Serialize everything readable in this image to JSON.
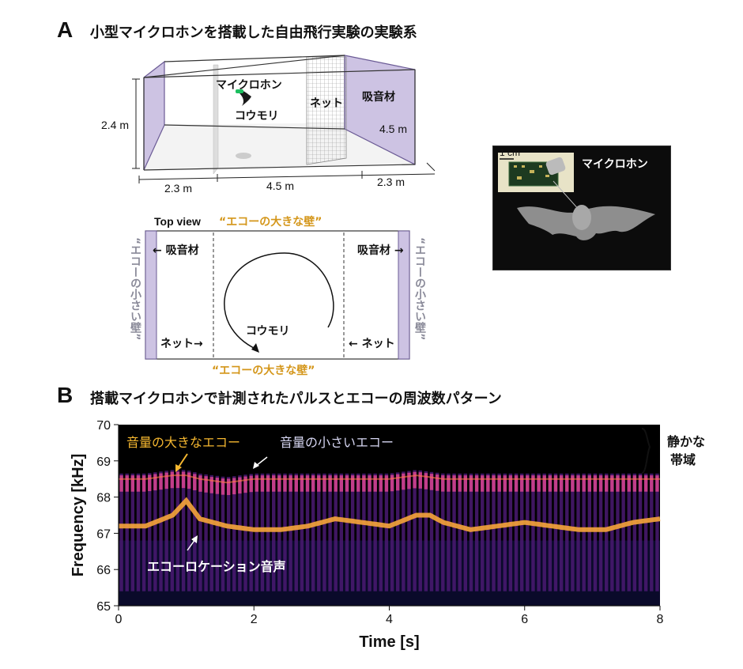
{
  "panel_a": {
    "letter": "A",
    "title": "小型マイクロホンを搭載した自由飛行実験の実験系",
    "room": {
      "height": "2.4 m",
      "depth": "4.5 m",
      "widths": [
        "2.3 m",
        "4.5 m",
        "2.3 m"
      ],
      "labels": {
        "microphone": "マイクロホン",
        "bat": "コウモリ",
        "net": "ネット",
        "absorber": "吸音材"
      }
    },
    "top_view": {
      "title": "Top view",
      "wall_large_echo": "“エコーの大きな壁”",
      "wall_small_echo": "“エコーの小さい壁”",
      "absorber_left": "← 吸音材",
      "absorber_right": "吸音材 →",
      "net_left": "ネット→",
      "net_right": "← ネット",
      "bat": "コウモリ"
    },
    "photo": {
      "scale": "1 cm",
      "label": "マイクロホン"
    }
  },
  "panel_b": {
    "letter": "B",
    "title": "搭載マイクロホンで計測されたパルスとエコーの周波数パターン",
    "annotations": {
      "loud_echo": "音量の大きなエコー",
      "quiet_echo": "音量の小さいエコー",
      "pulse": "エコーロケーション音声",
      "quiet_band_1": "静かな",
      "quiet_band_2": "帯域"
    },
    "colors": {
      "loud": "#f5b730",
      "quiet": "#d6d6f2",
      "pulse_band": "#f7a53b"
    }
  },
  "chart_data": {
    "type": "heatmap",
    "title": "",
    "xlabel": "Time [s]",
    "ylabel": "Frequency [kHz]",
    "xlim": [
      0,
      8
    ],
    "ylim": [
      65,
      70
    ],
    "xticks": [
      0,
      2,
      4,
      6,
      8
    ],
    "yticks": [
      65,
      66,
      67,
      68,
      69,
      70
    ],
    "series": [
      {
        "name": "",
        "x": [
          0.0,
          0.4,
          0.8,
          1.0,
          1.2,
          1.6,
          2.0,
          2.4,
          2.8,
          3.2,
          3.6,
          4.0,
          4.4,
          4.6,
          4.8,
          5.2,
          5.6,
          6.0,
          6.4,
          6.8,
          7.2,
          7.6,
          8.0
        ],
        "y": [
          67.2,
          67.2,
          67.5,
          67.9,
          67.4,
          67.2,
          67.1,
          67.1,
          67.2,
          67.4,
          67.3,
          67.2,
          67.5,
          67.5,
          67.3,
          67.1,
          67.2,
          67.3,
          67.2,
          67.1,
          67.1,
          67.3,
          67.4
        ]
      },
      {
        "name": "",
        "x": [
          0.0,
          0.4,
          0.8,
          1.0,
          1.2,
          1.6,
          2.0,
          2.4,
          2.8,
          3.2,
          3.6,
          4.0,
          4.4,
          4.8,
          5.2,
          5.6,
          6.0,
          6.4,
          6.8,
          7.2,
          7.6,
          8.0
        ],
        "y": [
          68.5,
          68.5,
          68.6,
          68.6,
          68.5,
          68.4,
          68.5,
          68.5,
          68.5,
          68.5,
          68.5,
          68.5,
          68.6,
          68.5,
          68.5,
          68.5,
          68.5,
          68.5,
          68.5,
          68.5,
          68.5,
          68.5
        ]
      }
    ]
  }
}
